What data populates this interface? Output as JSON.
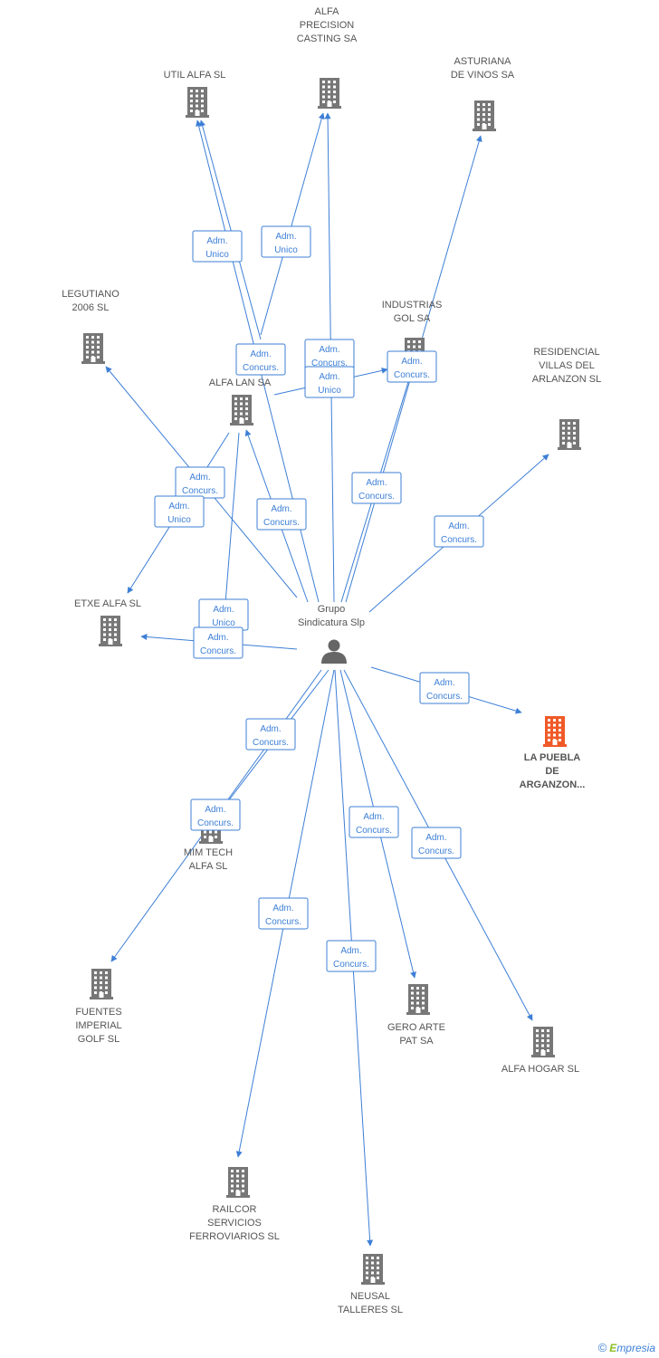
{
  "colors": {
    "edge": "#3d7fd6",
    "building": "#777777",
    "highlight": "#f05a28"
  },
  "center": {
    "label": [
      "Grupo",
      "Sindicatura Slp"
    ],
    "icon": "person-icon"
  },
  "nodes": [
    {
      "id": "util-alfa",
      "label": [
        "UTIL ALFA SL"
      ]
    },
    {
      "id": "alfa-precision",
      "label": [
        "ALFA",
        "PRECISION",
        "CASTING SA"
      ]
    },
    {
      "id": "asturiana",
      "label": [
        "ASTURIANA",
        "DE VINOS SA"
      ]
    },
    {
      "id": "legutiano",
      "label": [
        "LEGUTIANO",
        "2006 SL"
      ]
    },
    {
      "id": "industrias-gol",
      "label": [
        "INDUSTRIAS",
        "GOL SA"
      ]
    },
    {
      "id": "alfa-lan",
      "label": [
        "ALFA LAN SA"
      ]
    },
    {
      "id": "residencial",
      "label": [
        "RESIDENCIAL",
        "VILLAS DEL",
        "ARLANZON SL"
      ]
    },
    {
      "id": "etxe-alfa",
      "label": [
        "ETXE ALFA SL"
      ]
    },
    {
      "id": "la-puebla",
      "label": [
        "LA PUEBLA",
        "DE",
        "ARGANZON..."
      ],
      "highlight": true
    },
    {
      "id": "mim-tech",
      "label": [
        "MIM TECH",
        "ALFA SL"
      ]
    },
    {
      "id": "fuentes",
      "label": [
        "FUENTES",
        "IMPERIAL",
        "GOLF SL"
      ]
    },
    {
      "id": "gero-arte",
      "label": [
        "GERO ARTE",
        "PAT SA"
      ]
    },
    {
      "id": "alfa-hogar",
      "label": [
        "ALFA HOGAR SL"
      ]
    },
    {
      "id": "railcor",
      "label": [
        "RAILCOR",
        "SERVICIOS",
        "FERROVIARIOS SL"
      ]
    },
    {
      "id": "neusal",
      "label": [
        "NEUSAL",
        "TALLERES SL"
      ]
    }
  ],
  "edges": [
    {
      "from": "center",
      "to": "util-alfa",
      "label": [
        "Adm.",
        "Concurs."
      ]
    },
    {
      "from": "alfa-lan",
      "to": "util-alfa",
      "label": [
        "Adm.",
        "Unico"
      ]
    },
    {
      "from": "alfa-lan",
      "to": "alfa-precision",
      "label": [
        "Adm.",
        "Unico"
      ]
    },
    {
      "from": "center",
      "to": "alfa-precision",
      "label": [
        "Adm.",
        "Concurs."
      ]
    },
    {
      "from": "center",
      "to": "asturiana",
      "label": [
        "Adm.",
        "Concurs."
      ]
    },
    {
      "from": "center",
      "to": "legutiano",
      "label": [
        "Adm.",
        "Concurs."
      ]
    },
    {
      "from": "alfa-lan",
      "to": "industrias-gol",
      "label": [
        "Adm.",
        "Unico"
      ]
    },
    {
      "from": "center",
      "to": "industrias-gol",
      "label": [
        "Adm.",
        "Concurs."
      ]
    },
    {
      "from": "center",
      "to": "alfa-lan",
      "label": [
        "Adm.",
        "Concurs."
      ]
    },
    {
      "from": "alfa-lan",
      "to": "etxe-alfa",
      "label": [
        "Adm.",
        "Unico"
      ]
    },
    {
      "from": "center",
      "to": "residencial",
      "label": [
        "Adm.",
        "Concurs."
      ]
    },
    {
      "from": "alfa-lan",
      "to": "mim-tech",
      "label": [
        "Adm.",
        "Unico"
      ]
    },
    {
      "from": "center",
      "to": "etxe-alfa",
      "label": [
        "Adm.",
        "Concurs."
      ]
    },
    {
      "from": "center",
      "to": "la-puebla",
      "label": [
        "Adm.",
        "Concurs."
      ]
    },
    {
      "from": "center",
      "to": "mim-tech",
      "label": [
        "Adm.",
        "Concurs."
      ]
    },
    {
      "from": "center",
      "to": "fuentes",
      "label": [
        "Adm.",
        "Concurs."
      ]
    },
    {
      "from": "center",
      "to": "gero-arte",
      "label": [
        "Adm.",
        "Concurs."
      ]
    },
    {
      "from": "center",
      "to": "alfa-hogar",
      "label": [
        "Adm.",
        "Concurs."
      ]
    },
    {
      "from": "center",
      "to": "railcor",
      "label": [
        "Adm.",
        "Concurs."
      ]
    },
    {
      "from": "center",
      "to": "neusal",
      "label": [
        "Adm.",
        "Concurs."
      ]
    }
  ],
  "footer": {
    "copyright": "©",
    "brand_e": "E",
    "brand_rest": "mpresia"
  }
}
